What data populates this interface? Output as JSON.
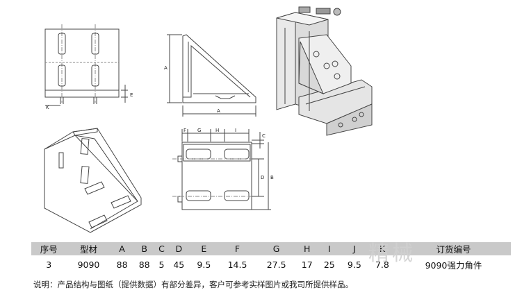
{
  "table": {
    "headers": [
      "序号",
      "型材",
      "A",
      "B",
      "C",
      "D",
      "E",
      "F",
      "G",
      "H",
      "I",
      "J",
      "K",
      "订货编号"
    ],
    "row": [
      "3",
      "9090",
      "88",
      "88",
      "5",
      "45",
      "9.5",
      "14.5",
      "27.5",
      "17",
      "25",
      "9.5",
      "7.8",
      "9090强力角件"
    ]
  },
  "note": "说明：产品结构与图纸（提供数据）有部分差异，客户可参考实样图片或我司所提供样品。",
  "watermark": "精械",
  "dimensions": {
    "front_view": {
      "k": "K",
      "e": "E"
    },
    "side_view": {
      "a_vertical": "A",
      "a_horizontal": "A"
    },
    "top_view": {
      "f": "F",
      "g": "G",
      "h": "H",
      "i": "I",
      "c": "C",
      "d": "D",
      "b": "B"
    }
  }
}
